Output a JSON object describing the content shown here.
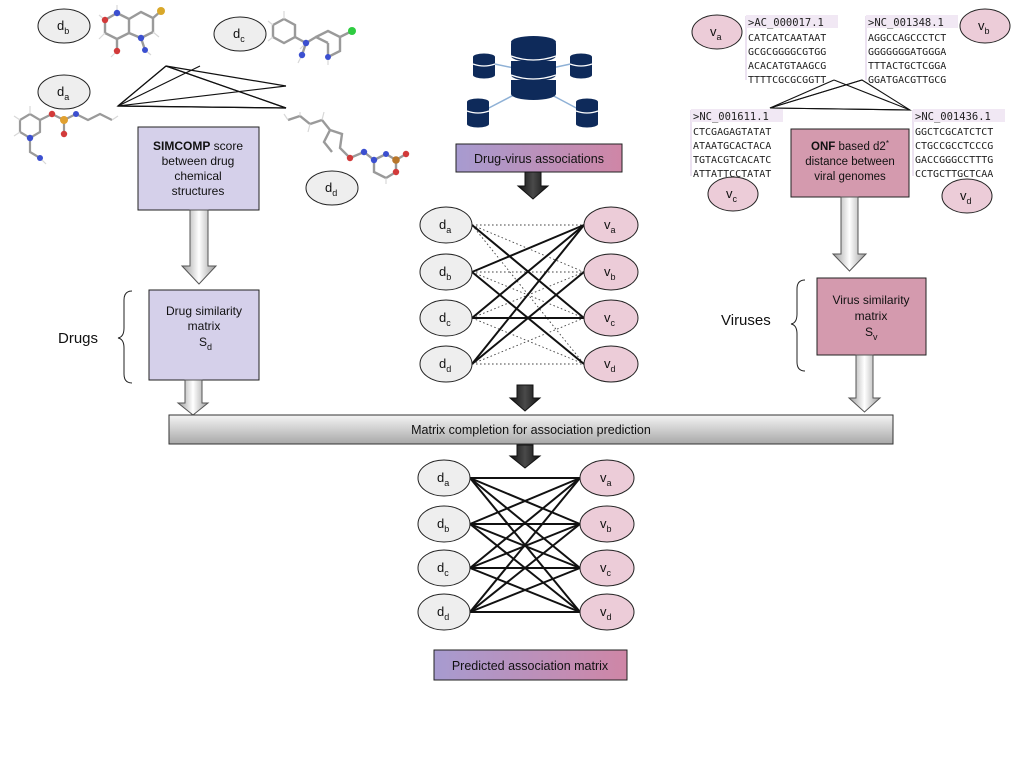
{
  "nodes": {
    "drug_base": "d",
    "virus_base": "v",
    "subs": [
      "a",
      "b",
      "c",
      "d"
    ]
  },
  "boxes": {
    "simcomp_bold": "SIMCOMP",
    "simcomp_rest1": " score",
    "simcomp_line2": "between drug",
    "simcomp_line3": "chemical",
    "simcomp_line4": "structures",
    "drug_sim_line1": "Drug similarity",
    "drug_sim_line2": "matrix",
    "drug_sim_base": "S",
    "drug_sim_sub": "d",
    "drug_virus_assoc": "Drug-virus associations",
    "onf_bold": "ONF",
    "onf_rest1": " based d2",
    "onf_sup": "*",
    "onf_line2": "distance between",
    "onf_line3": "viral genomes",
    "virus_sim_line1": "Virus similarity",
    "virus_sim_line2": "matrix",
    "virus_sim_base": "S",
    "virus_sim_sub": "v",
    "matrix_completion": "Matrix completion for association prediction",
    "predicted": "Predicted association matrix"
  },
  "side_labels": {
    "drugs": "Drugs",
    "viruses": "Viruses"
  },
  "sequences": {
    "a": {
      "header": ">AC_000017.1",
      "lines": [
        "CATCATCAATAAT",
        "GCGCGGGGCGTGG",
        "ACACATGTAAGCG",
        "TTTTCGCGCGGTT"
      ]
    },
    "b": {
      "header": ">NC_001348.1",
      "lines": [
        "AGGCCAGCCCTCT",
        "GGGGGGGATGGGA",
        "TTTACTGCTCGGA",
        "GGATGACGTTGCG"
      ]
    },
    "c": {
      "header": ">NC_001611.1",
      "lines": [
        "CTCGAGAGTATAT",
        "ATAATGCACTACA",
        "TGTACGTCACATC",
        "ATTATTCCTATAT"
      ]
    },
    "d": {
      "header": ">NC_001436.1",
      "lines": [
        "GGCTCGCATCTCT",
        "CTGCCGCCTCCCG",
        "GACCGGGCCTTTG",
        "CCTGCTTGCTCAA"
      ]
    }
  },
  "colors": {
    "drug_box": "#d5d0ea",
    "virus_box": "#d49aae",
    "drug_node": "#eeeeee",
    "virus_node": "#ecccd8",
    "db_blue": "#0e2a5a",
    "grad_left": "#a79bd0",
    "grad_right": "#cf86a6"
  }
}
